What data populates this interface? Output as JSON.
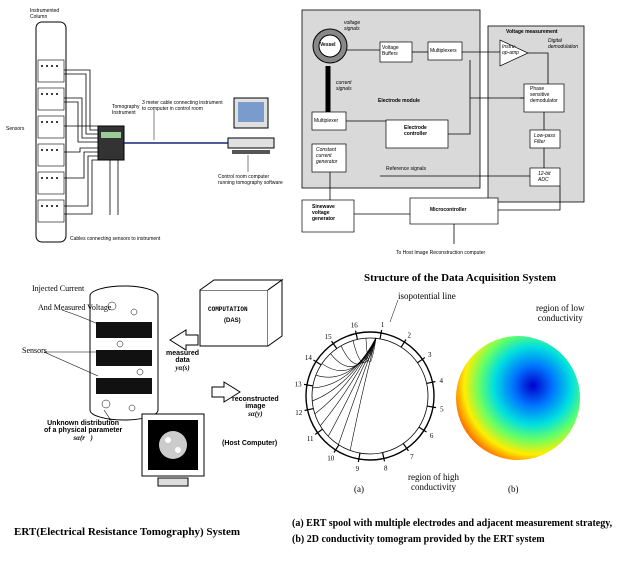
{
  "tl": {
    "column_label_1": "Instrumented",
    "column_label_2": "Column",
    "sensors": "Sensors",
    "tomo_1": "Tomography",
    "tomo_2": "Instrument",
    "cable_1": "3 meter cable connecting instrument",
    "cable_2": "to computer in control room",
    "ctrl_1": "Control room computer",
    "ctrl_2": "running tomography software",
    "cables_sensor": "Cables connecting sensors to instrument"
  },
  "tr": {
    "voltage_signals_1": "voltage",
    "voltage_signals_2": "signals",
    "vessel": "Vessel",
    "voltage_buffers_1": "Voltage",
    "voltage_buffers_2": "Buffers",
    "multiplexers": "Multiplexers",
    "voltage_measurement": "Voltage measurement",
    "instru_1": "Instru-",
    "instru_2": "op-amp",
    "digital_1": "Digital",
    "digital_2": "demodulation",
    "current_1": "current",
    "current_2": "signals",
    "electrode_module": "Electrode module",
    "phase_1": "Phase",
    "phase_2": "sensitive",
    "phase_3": "demodulator",
    "multiplexer_left": "Multiplexer",
    "ec_1": "Electrode",
    "ec_2": "controller",
    "lowpass_1": "Low-pass",
    "lowpass_2": "Filter",
    "ccg_1": "Constant",
    "ccg_2": "current",
    "ccg_3": "generator",
    "reference": "Reference signals",
    "adc_1": "12-bit",
    "adc_2": "ADC",
    "sine_1": "Sinewave",
    "sine_2": "voltage",
    "sine_3": "generator",
    "micro": "Microcontroller",
    "host": "To Host Image  Reconstruction computer",
    "caption": "Structure of the Data Acquisition System"
  },
  "bl": {
    "injected": "Injected Current",
    "measured_voltage": "And Measured Voltage",
    "sensors": "Sensors",
    "unknown_1": "Unknown distribution",
    "unknown_2": "of a physical parameter",
    "unknown_3": "sα(r⃗)",
    "computation": "COMPUTATION",
    "das": "(DAS)",
    "measured_1": "measured",
    "measured_2": "data",
    "measured_3": "yα(s)",
    "recon_1": "reconstructed",
    "recon_2": "image",
    "recon_3": "sα(y)",
    "host": "(Host Computer)",
    "caption": "ERT(Electrical Resistance Tomography)  System"
  },
  "br": {
    "isopotential": "isopotential line",
    "low_1": "region of low",
    "low_2": "conductivity",
    "high_1": "region of high",
    "high_2": "conductivity",
    "label_a": "(a)",
    "label_b": "(b)",
    "electrodes": [
      "1",
      "2",
      "3",
      "4",
      "5",
      "6",
      "7",
      "8",
      "9",
      "10",
      "11",
      "12",
      "13",
      "14",
      "15",
      "16"
    ],
    "caption_1": "(a)  ERT spool with multiple electrodes and adjacent measurement strategy,",
    "caption_2": "(b)  2D conductivity tomogram provided by the ERT system"
  },
  "colors": {
    "box_grey": "#d9d9d9",
    "line": "#000000",
    "heat_low": "#0000cc",
    "heat_high": "#ff0000"
  }
}
